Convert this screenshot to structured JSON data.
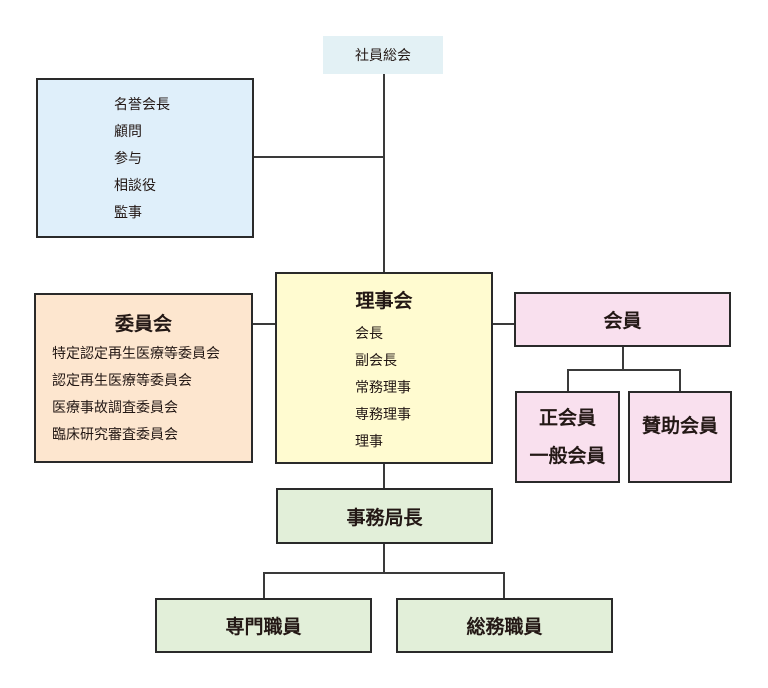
{
  "general_meeting": "社員総会",
  "advisors": [
    "名誉会長",
    "顧問",
    "参与",
    "相談役",
    "監事"
  ],
  "board": {
    "title": "理事会",
    "roles": [
      "会長",
      "副会長",
      "常務理事",
      "専務理事",
      "理事"
    ]
  },
  "committee": {
    "title": "委員会",
    "items": [
      "特定認定再生医療等委員会",
      "認定再生医療等委員会",
      "医療事故調査委員会",
      "臨床研究審査委員会"
    ]
  },
  "members": {
    "title": "会員",
    "regular": [
      "正会員",
      "一般会員"
    ],
    "supporting": "賛助会員"
  },
  "secretariat": {
    "director": "事務局長",
    "staff": [
      "専門職員",
      "総務職員"
    ]
  },
  "colors": {
    "general_meeting": "#e3f1f5",
    "advisors": "#dfeffa",
    "board": "#fffbd0",
    "committee": "#fde6cf",
    "members": "#f9e0ee",
    "secretariat": "#e2efd9"
  }
}
